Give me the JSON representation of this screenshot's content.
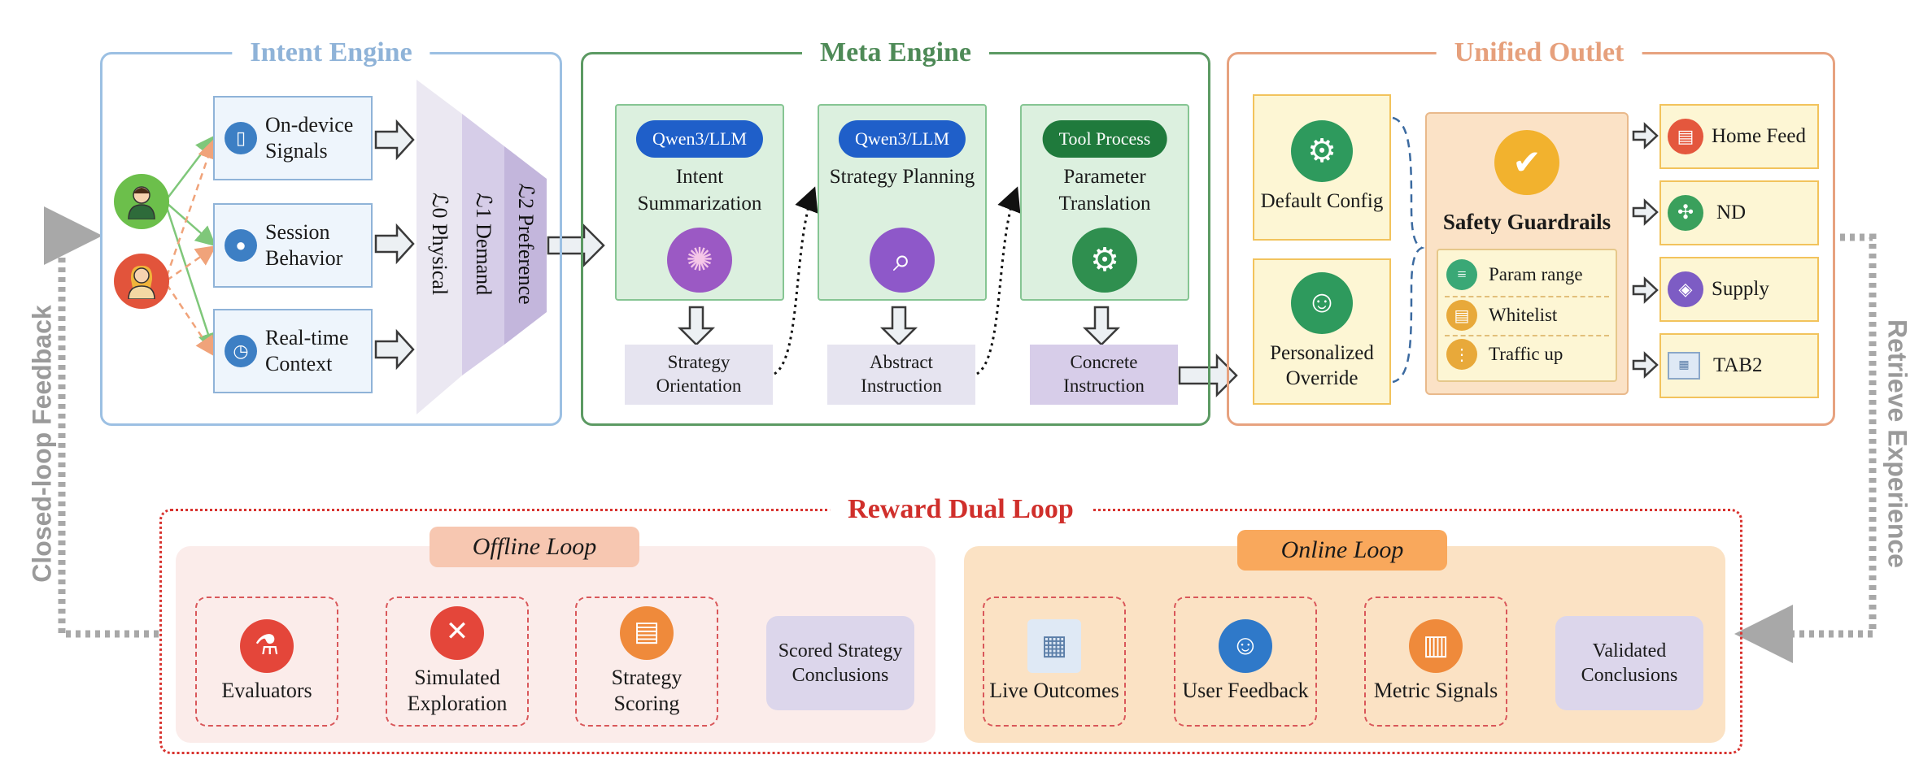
{
  "intent_engine": {
    "title": "Intent Engine",
    "signals": [
      "On-device Signals",
      "Session Behavior",
      "Real-time Context"
    ],
    "layers": [
      "ℒ0 Physical",
      "ℒ1 Demand",
      "ℒ2 Preference"
    ]
  },
  "meta_engine": {
    "title": "Meta Engine",
    "cards": [
      {
        "pill": "Qwen3/LLM",
        "label": "Intent Summarization",
        "output": "Strategy Orientation"
      },
      {
        "pill": "Qwen3/LLM",
        "label": "Strategy Planning",
        "output": "Abstract Instruction"
      },
      {
        "pill": "Tool Process",
        "label": "Parameter Translation",
        "output": "Concrete Instruction"
      }
    ]
  },
  "unified_outlet": {
    "title": "Unified Outlet",
    "configs": [
      "Default Config",
      "Personalized Override"
    ],
    "guardrails_title": "Safety Guardrails",
    "guardrails": [
      "Param range",
      "Whitelist",
      "Traffic up"
    ],
    "outputs": [
      "Home Feed",
      "ND",
      "Supply",
      "TAB2"
    ]
  },
  "reward": {
    "title": "Reward Dual Loop",
    "offline": {
      "title": "Offline Loop",
      "steps": [
        "Evaluators",
        "Simulated Exploration",
        "Strategy Scoring"
      ],
      "result": "Scored Strategy Conclusions"
    },
    "online": {
      "title": "Online Loop",
      "steps": [
        "Live Outcomes",
        "User Feedback",
        "Metric Signals"
      ],
      "result": "Validated Conclusions"
    }
  },
  "side_labels": {
    "left": "Closed-loop Feedback",
    "right": "Retrieve Experience"
  },
  "colors": {
    "intent": "#8fb3d8",
    "meta": "#5c9a63",
    "outlet": "#e7a27f",
    "reward": "#d8332f",
    "llm_pill": "#1f5fc9",
    "tool_pill": "#1f7a3c"
  }
}
